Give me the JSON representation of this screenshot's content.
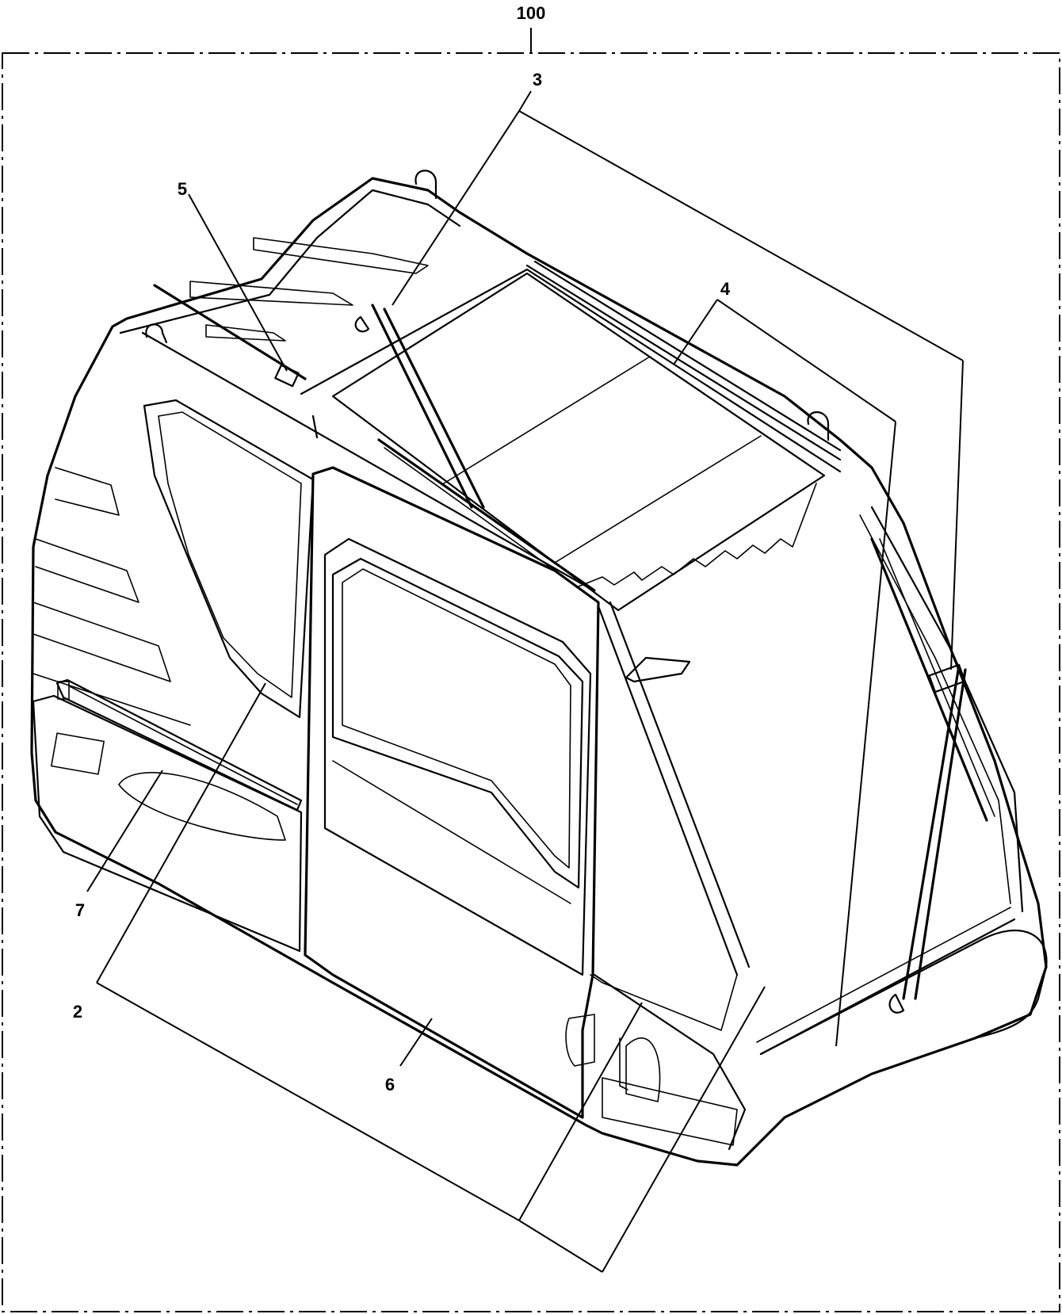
{
  "diagram": {
    "assembly_callout": "100",
    "callouts": [
      {
        "id": "c2",
        "label": "2"
      },
      {
        "id": "c3",
        "label": "3"
      },
      {
        "id": "c4",
        "label": "4"
      },
      {
        "id": "c5",
        "label": "5"
      },
      {
        "id": "c6",
        "label": "6"
      },
      {
        "id": "c7",
        "label": "7"
      }
    ]
  }
}
